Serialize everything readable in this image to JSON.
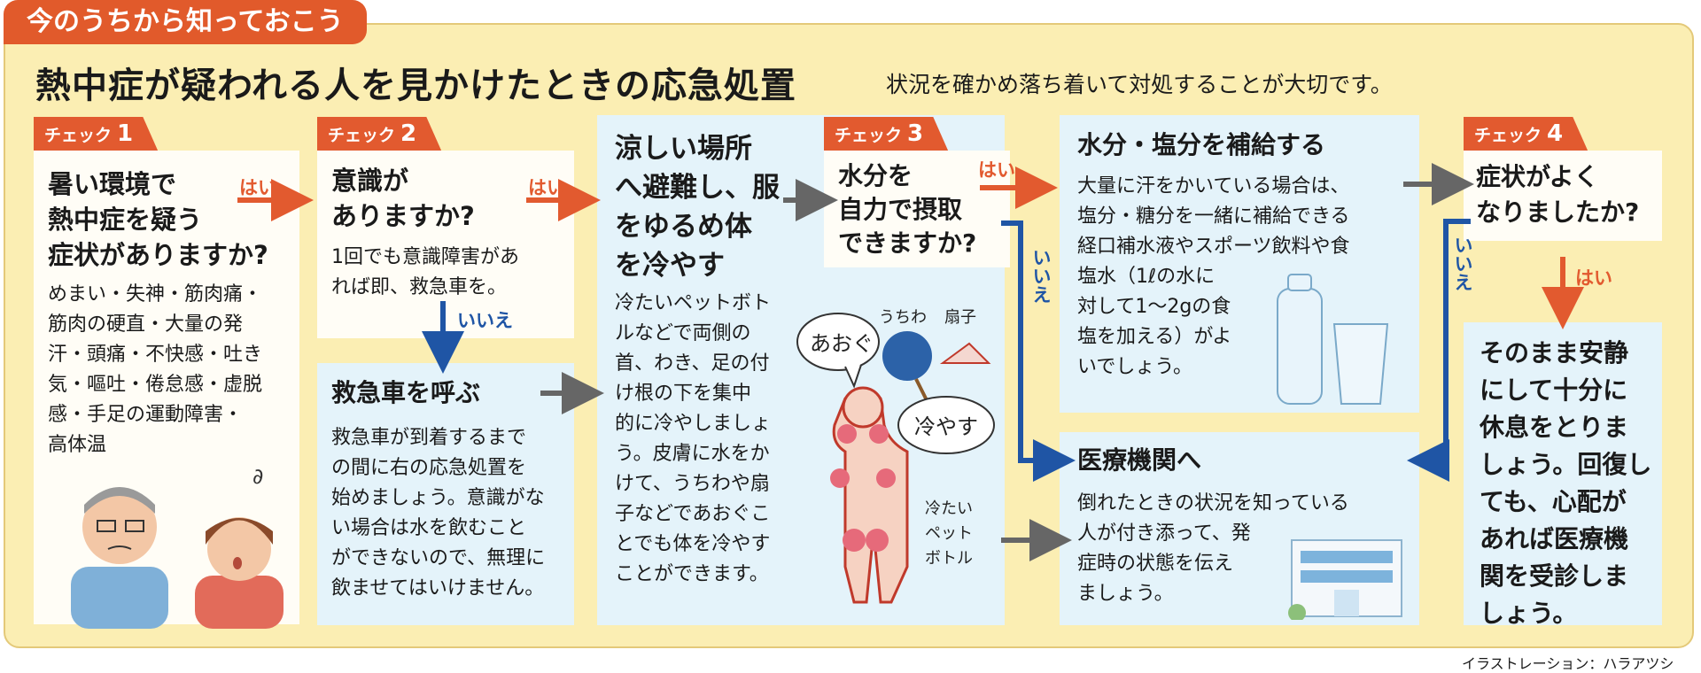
{
  "header": {
    "tab_label": "今のうちから知っておこう",
    "title": "熱中症が疑われる人を見かけたときの応急処置",
    "subtitle": "状況を確かめ落ち着いて対処することが大切です。"
  },
  "labels": {
    "check": "チェック",
    "yes": "はい",
    "no": "いいえ"
  },
  "check1": {
    "number": "1",
    "question": [
      "暑い環境で",
      "熱中症を疑う",
      "症状がありますか?"
    ],
    "symptoms": [
      "めまい・失神・筋肉痛・",
      "筋肉の硬直・大量の発",
      "汗・頭痛・不快感・吐き",
      "気・嘔吐・倦怠感・虚脱",
      "感・手足の運動障害・",
      "高体温"
    ]
  },
  "check2": {
    "number": "2",
    "question": [
      "意識が",
      "ありますか?"
    ],
    "note": [
      "1回でも意識障害があ",
      "れば即、救急車を。"
    ]
  },
  "ambulance": {
    "title": "救急車を呼ぶ",
    "text": [
      "救急車が到着するまで",
      "の間に右の応急処置を",
      "始めましょう。意識がな",
      "い場合は水を飲むこと",
      "ができないので、無理に",
      "飲ませてはいけません。"
    ]
  },
  "cool": {
    "title": [
      "涼しい場所",
      "へ避難し、服",
      "をゆるめ体",
      "を冷やす"
    ],
    "text": [
      "冷たいペットボト",
      "ルなどで両側の",
      "首、わき、足の付",
      "け根の下を集中",
      "的に冷やしましょ",
      "う。皮膚に水をか",
      "けて、うちわや扇",
      "子などであおぐこ",
      "とでも体を冷やす",
      "ことができます。"
    ],
    "illustration": {
      "fan_label": "あおぐ",
      "uchiwa": "うちわ",
      "sensu": "扇子",
      "cool_label": "冷やす",
      "bottle_label": [
        "冷たい",
        "ペット",
        "ボトル"
      ]
    }
  },
  "check3": {
    "number": "3",
    "question": [
      "水分を",
      "自力で摂取",
      "できますか?"
    ]
  },
  "hydrate": {
    "title": "水分・塩分を補給する",
    "text": [
      "大量に汗をかいている場合は、",
      "塩分・糖分を一緒に補給できる",
      "経口補水液やスポーツ飲料や食",
      "塩水（1ℓの水に",
      "対して1〜2gの食",
      "塩を加える）がよ",
      "いでしょう。"
    ]
  },
  "medical": {
    "title": "医療機関へ",
    "text": [
      "倒れたときの状況を知っている",
      "人が付き添って、発",
      "症時の状態を伝え",
      "ましょう。"
    ]
  },
  "check4": {
    "number": "4",
    "question": [
      "症状がよく",
      "なりましたか?"
    ]
  },
  "rest": {
    "text": [
      "そのまま安静",
      "にして十分に",
      "休息をとりま",
      "しょう。回復し",
      "ても、心配が",
      "あれば医療機",
      "関を受診しま",
      "しょう。"
    ]
  },
  "credit": "イラストレーション：ハラアツシ",
  "colors": {
    "orange": "#e25a2f",
    "blue": "#1f55a5",
    "gray": "#666666",
    "panel": "#fbeeb3",
    "light_blue": "#e4f3fa"
  }
}
